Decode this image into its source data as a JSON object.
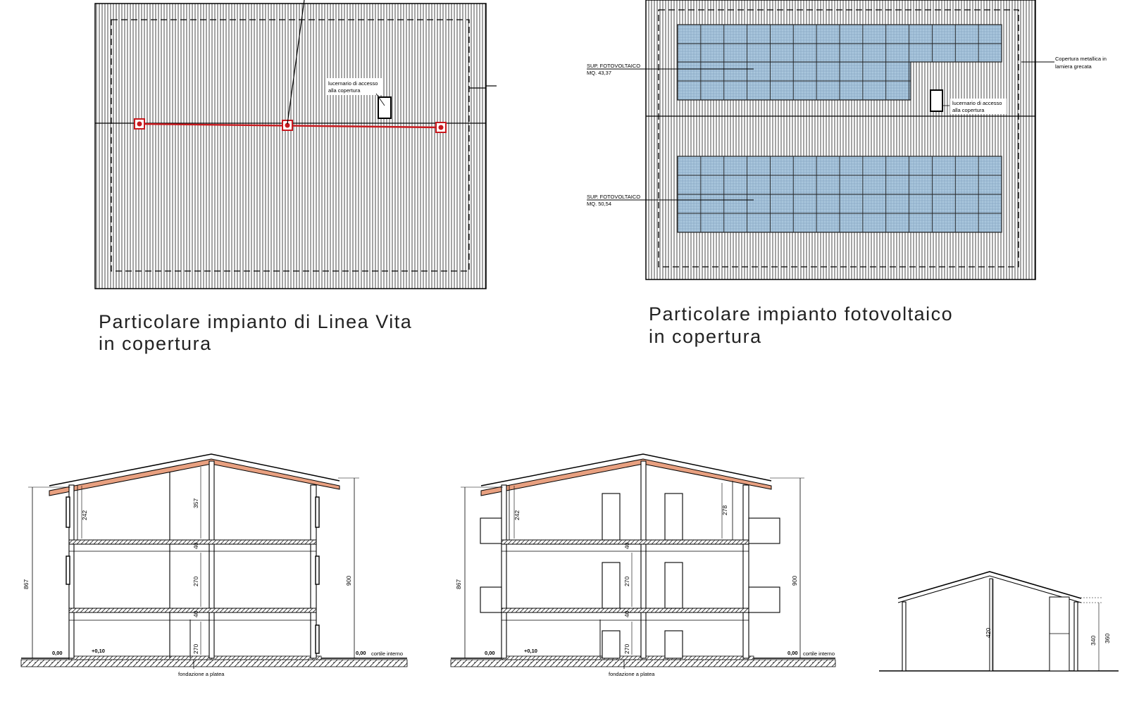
{
  "colors": {
    "line": "#000000",
    "lifeline": "#c8191e",
    "pv_panel": "#a9c6dd",
    "roof_insulation": "#e8a080",
    "hatch": "#4a4a4a"
  },
  "captions": {
    "lifeline_line1": "Particolare impianto di Linea Vita",
    "lifeline_line2": "in copertura",
    "pv_line1": "Particolare impianto fotovoltaico",
    "pv_line2": "in copertura"
  },
  "plan_lifeline": {
    "skylight_line1": "lucernario di accesso",
    "skylight_line2": "alla copertura"
  },
  "plan_pv": {
    "sup1_line1": "SUP. FOTOVOLTAICO",
    "sup1_line2": "MQ. 43,37",
    "sup2_line1": "SUP. FOTOVOLTAICO",
    "sup2_line2": "MQ. 50,54",
    "roof_line1": "Copertura metallica in",
    "roof_line2": "lamiera grecata",
    "skylight_line1": "lucernario di accesso",
    "skylight_line2": "alla copertura"
  },
  "section_a": {
    "dim_left": "867",
    "dim_right": "900",
    "dim_top_floor": "242",
    "dim_ridge": "357",
    "dim_mid": "270",
    "dim_ground": "270",
    "dim_slab1": "40",
    "dim_slab2": "40",
    "level_outside": "0,00",
    "level_inside": "+0,10",
    "level_right": "0,00",
    "courtyard": "cortile interno",
    "foundation": "fondazione a platea"
  },
  "section_b": {
    "dim_left": "867",
    "dim_right": "900",
    "dim_top_floor": "242",
    "dim_ridge": "278",
    "dim_mid": "270",
    "dim_ground": "270",
    "dim_slab1": "40",
    "dim_slab2": "40",
    "level_outside": "0,00",
    "level_inside": "+0,10",
    "level_right": "0,00",
    "courtyard": "cortile interno",
    "foundation": "fondazione a platea"
  },
  "section_c": {
    "dim_height": "420",
    "dim_side": "340",
    "dim_eave": "360"
  }
}
